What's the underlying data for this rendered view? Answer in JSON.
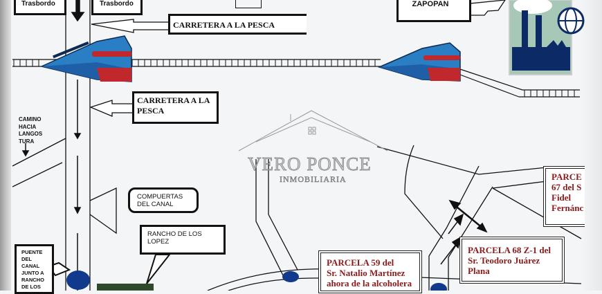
{
  "labels": {
    "trasbordo_left": "Trasbordo",
    "trasbordo_right": "Trasbordo",
    "carretera_top": "CARRETERA A LA PESCA",
    "carretera_mid_line1": "CARRETERA A LA",
    "carretera_mid_line2": "PESCA",
    "zapopan": "ZAPOPAN",
    "camino": [
      "CAMINO",
      "HACIA",
      "LANGOS",
      "TURA"
    ],
    "compuertas": [
      "COMPUERTAS",
      "DEL CANAL"
    ],
    "rancho": [
      "RANCHO DE LOS",
      "LOPEZ"
    ],
    "puente": [
      "PUENTE",
      "DEL",
      "CANAL",
      "JUNTO A",
      "RANCHO",
      "DE LOS"
    ],
    "parcela59": [
      "PARCELA 59 del",
      "Sr. Natalio Martínez",
      "ahora de la alcoholera"
    ],
    "parcela68": [
      "PARCELA 68 Z-1 del",
      "Sr. Teodoro Juárez",
      "Plana"
    ],
    "parcela67": [
      "PARCE",
      "67 del S",
      "Fidel",
      "Fernánc"
    ]
  },
  "watermark": {
    "name": "VERO PONCE",
    "subtitle": "INMOBILIARIA"
  },
  "colors": {
    "parcel_text": "#8b1a1a",
    "train_blue": "#2a7fc4",
    "train_red": "#c0282d",
    "bridge_blue": "#123a8c"
  },
  "icons": [
    "train-icon",
    "factory-icon",
    "globe-icon",
    "house-logo-icon"
  ]
}
